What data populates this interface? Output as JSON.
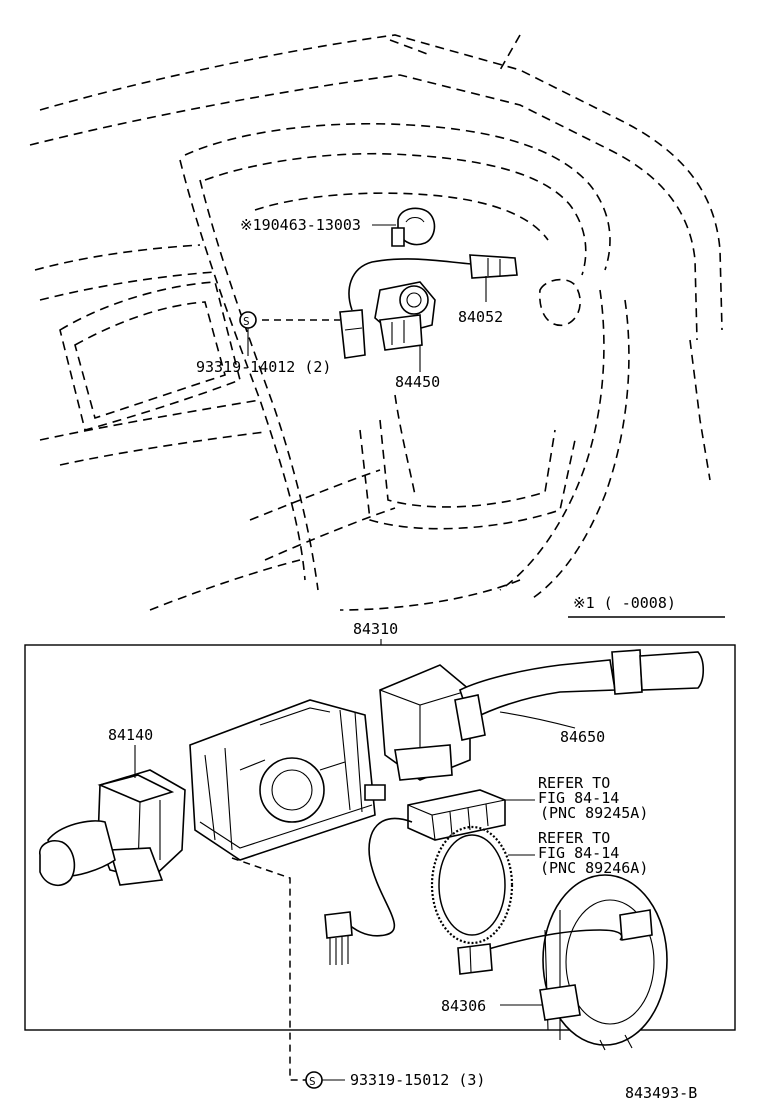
{
  "labels": {
    "clamp_part": "※190463-13003",
    "connector_part": "84052",
    "screw_top": "93319-14012 (2)",
    "screw_symbol": "S",
    "sensor_part": "84450",
    "date_note": "※1 (     -0008)",
    "assembly_part": "84310",
    "turn_switch": "84140",
    "wiper_switch": "84650",
    "refer1_line1": "REFER TO",
    "refer1_line2": "FIG 84-14",
    "refer1_line3": "(PNC 89245A)",
    "refer2_line1": "REFER TO",
    "refer2_line2": "FIG 84-14",
    "refer2_line3": "(PNC 89246A)",
    "spiral_cable": "84306",
    "screw_bottom": "93319-15012 (3)",
    "figure_id": "843493-B"
  }
}
